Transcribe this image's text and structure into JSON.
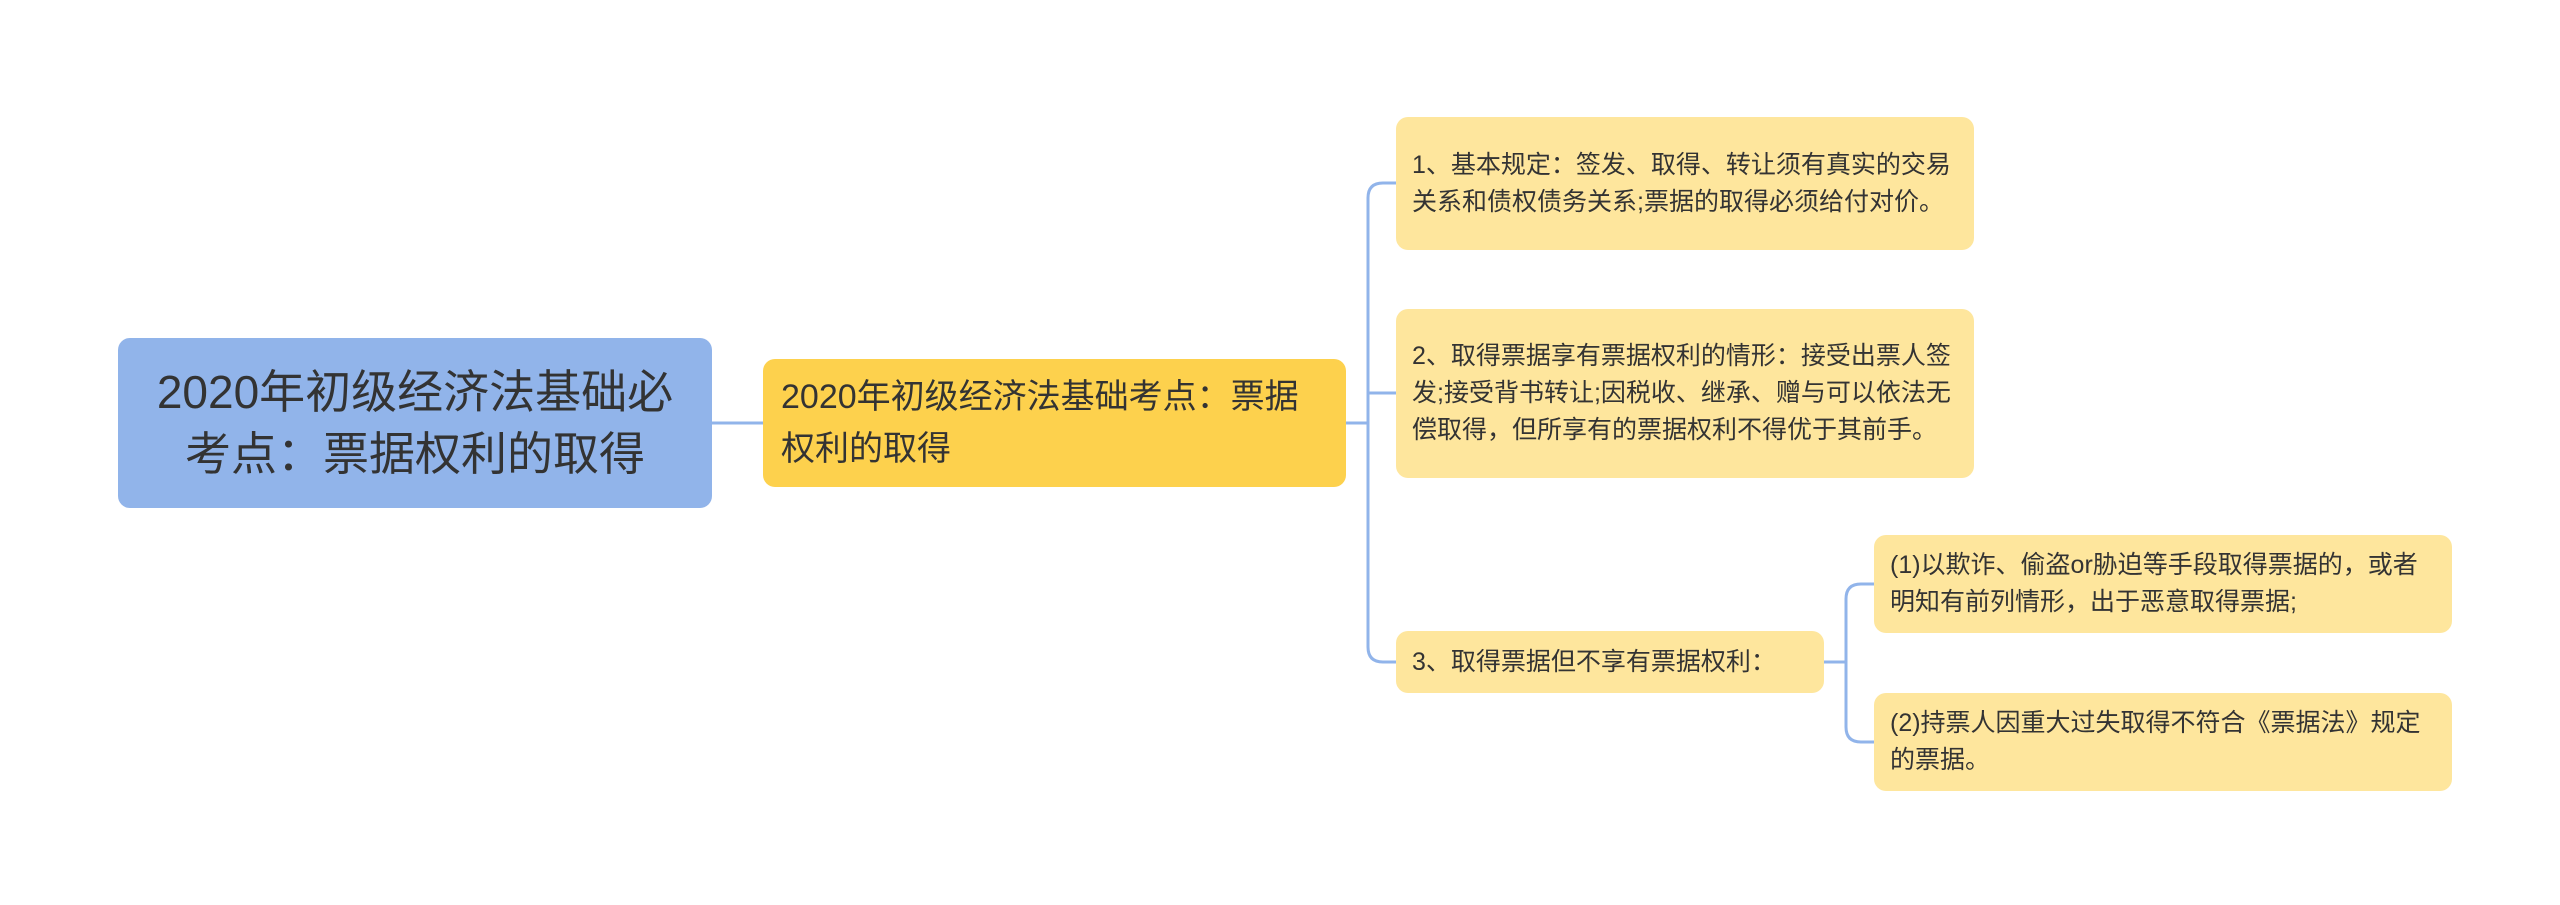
{
  "mindmap": {
    "root": {
      "text": "2020年初级经济法基础必考点：票据权利的取得"
    },
    "main": {
      "text": "2020年初级经济法基础考点：票据权利的取得"
    },
    "branches": [
      {
        "text": "1、基本规定：签发、取得、转让须有真实的交易关系和债权债务关系;票据的取得必须给付对价。"
      },
      {
        "text": "2、取得票据享有票据权利的情形：接受出票人签发;接受背书转让;因税收、继承、赠与可以依法无偿取得，但所享有的票据权利不得优于其前手。"
      },
      {
        "text": "3、取得票据但不享有票据权利：",
        "children": [
          {
            "text": "(1)以欺诈、偷盗or胁迫等手段取得票据的，或者明知有前列情形，出于恶意取得票据;"
          },
          {
            "text": "(2)持票人因重大过失取得不符合《票据法》规定的票据。"
          }
        ]
      }
    ]
  },
  "colors": {
    "root_fill": "#91b4ea",
    "main_fill": "#fdd14d",
    "leaf_fill": "#fee69d",
    "connector": "#91b4ea",
    "text": "#333333"
  }
}
